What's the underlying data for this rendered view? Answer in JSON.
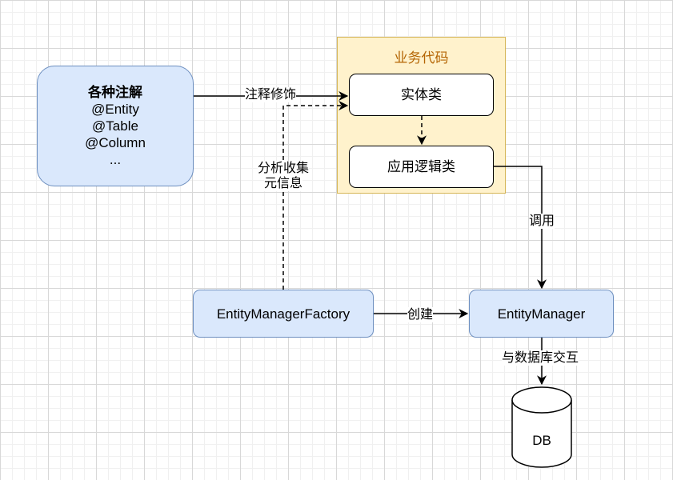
{
  "diagram": {
    "annotations_box": {
      "title": "各种注解",
      "lines": [
        "@Entity",
        "@Table",
        "@Column",
        "..."
      ]
    },
    "business_code": {
      "title": "业务代码",
      "entity_class": "实体类",
      "logic_class": "应用逻辑类"
    },
    "emf": "EntityManagerFactory",
    "em": "EntityManager",
    "db": "DB",
    "edges": {
      "annotate": "注释修饰",
      "analyze_line1": "分析收集",
      "analyze_line2": "元信息",
      "invoke": "调用",
      "create": "创建",
      "interact": "与数据库交互"
    },
    "colors": {
      "blue_fill": "#dae8fc",
      "blue_stroke": "#6c8ebf",
      "yellow_fill": "#fff2cc",
      "yellow_stroke": "#d6b656",
      "title_orange": "#b46504"
    }
  }
}
